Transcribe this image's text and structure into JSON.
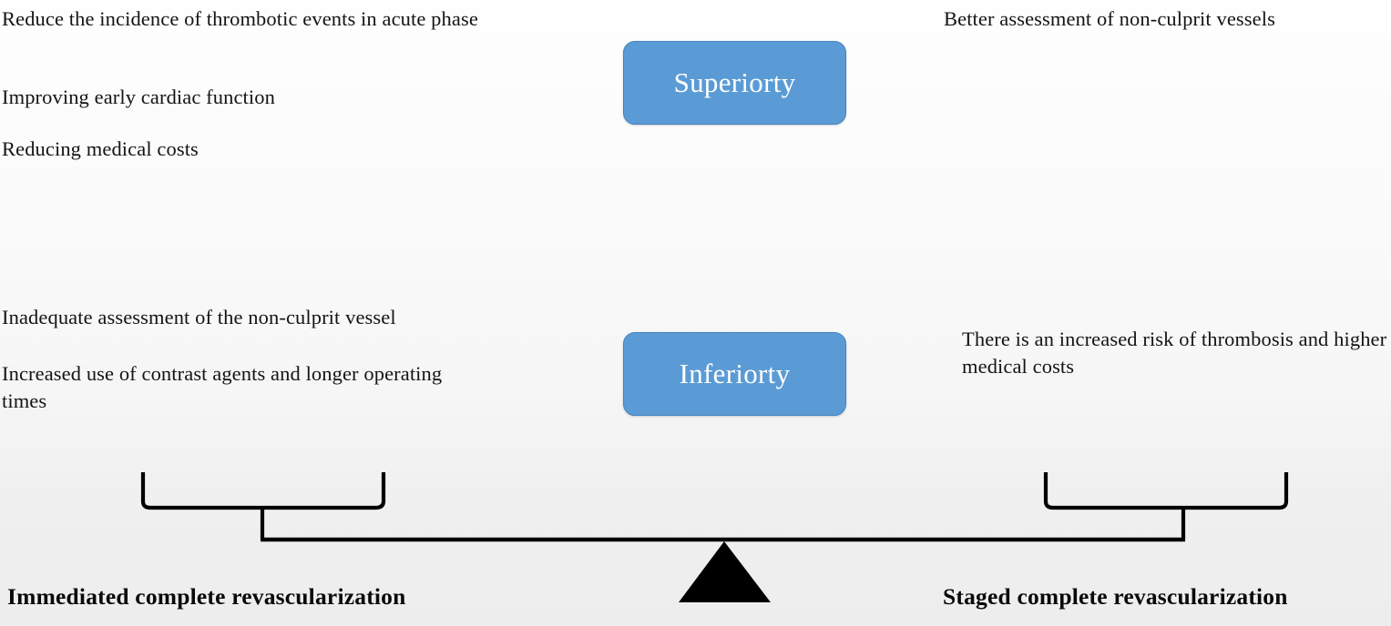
{
  "diagram": {
    "type": "balance-scale-comparison",
    "title_left": "Immediated complete revascularization",
    "title_right": "Staged complete revascularization",
    "center_labels": {
      "top": "Superiorty",
      "bottom": "Inferiorty"
    },
    "colors": {
      "box_fill": "#5B9BD5",
      "box_border": "#4583BF",
      "box_text": "#FFFFFF",
      "line": "#000000",
      "text": "#141414",
      "background_top": "#FEFEFE",
      "background_bottom": "#EDEDED"
    }
  },
  "superiority": {
    "label": "Superiorty",
    "left_items": [
      "Reduce the incidence of thrombotic events in acute phase",
      "Improving early cardiac function",
      "Reducing medical costs"
    ],
    "right_items": [
      "Better assessment of non-culprit vessels"
    ]
  },
  "inferiority": {
    "label": "Inferiorty",
    "left_items": [
      "Inadequate assessment of the non-culprit vessel",
      "Increased use of contrast agents and longer operating times"
    ],
    "right_items": [
      "There is an increased risk of thrombosis and higher medical costs"
    ]
  },
  "scale": {
    "left_pan_label": "Immediated complete revascularization",
    "right_pan_label": "Staged complete revascularization",
    "fulcrum": "triangle",
    "state": "balanced"
  }
}
